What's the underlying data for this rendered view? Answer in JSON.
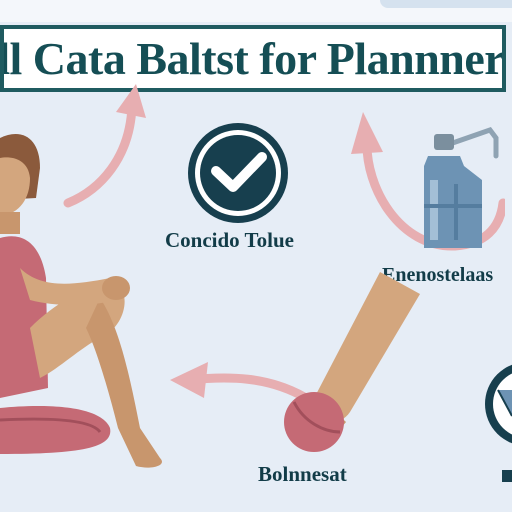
{
  "title": "dl Cata Baltst for Plannners",
  "labels": {
    "confirm": "Concido Tolue",
    "enhance": "Enenostelaas",
    "bottom_center": "Bolnnesat"
  },
  "icons": {
    "check_badge": "checkmark-badge-icon",
    "water_bottle": "water-bottle-icon",
    "glass": "glass-icon"
  },
  "colors": {
    "background": "#e6edf6",
    "banner_border": "#1f5b60",
    "title_text": "#154e55",
    "badge_fill": "#173f4e",
    "arrow": "#e7aeb1",
    "skin": "#d3a67e",
    "clothing": "#c56a75",
    "bottle": "#6d93b4"
  }
}
